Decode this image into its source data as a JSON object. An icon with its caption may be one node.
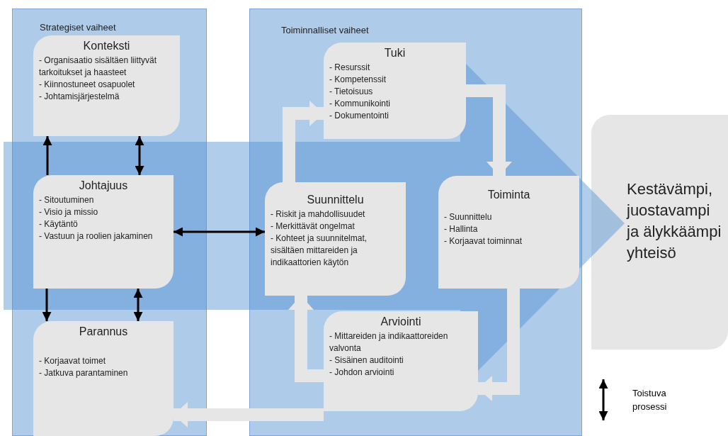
{
  "diagram": {
    "nodes": [
      {
        "text": [
          "Strategiset vaiheet"
        ]
      },
      {
        "text": [
          "Konteksti",
          "- Organisaatio sisältäen liittyvät tarkoitukset ja haasteet",
          "- Kiinnostuneet osapuolet",
          "- Johtamisjärjestelmä"
        ],
        "in": 0
      },
      {
        "text": [
          "Johtajuus",
          "- Sitoutuminen",
          "- Visio ja missio",
          "- Käytäntö",
          "- Vastuun ja roolien jakaminen"
        ],
        "in": 0
      },
      {
        "text": [
          "Parannus",
          "- Korjaavat toimet",
          "- Jatkuva parantaminen"
        ],
        "in": 0
      },
      {
        "text": [
          "Toiminnalliset vaiheet"
        ]
      },
      {
        "text": [
          "Tuki",
          "- Resurssit",
          "- Kompetenssit",
          "- Tietoisuus",
          "- Kommunikointi",
          "- Dokumentointi"
        ],
        "in": 4
      },
      {
        "text": [
          "Suunnittelu",
          "- Riskit ja mahdollisuudet",
          "- Merkittävät ongelmat",
          "- Kohteet ja suunnitelmat, sisältäen mittareiden ja indikaattorien käytön"
        ],
        "in": 4
      },
      {
        "text": [
          "Toiminta",
          "- Suunnittelu",
          "- Hallinta",
          "- Korjaavat toiminnat"
        ],
        "in": 4
      },
      {
        "text": [
          "Arviointi",
          "- Mittareiden ja indikaattoreiden valvonta",
          "- Sisäinen auditointi",
          "- Johdon arviointi"
        ],
        "in": 4
      },
      {
        "text": [
          "Kestävämpi, juostavampi ja älykkäämpi yhteisö"
        ]
      }
    ],
    "edges": [
      {
        "from": 2,
        "to": 1,
        "arrow": "to"
      },
      {
        "from": 2,
        "to": 1,
        "arrow": "both"
      },
      {
        "from": 2,
        "to": 3,
        "arrow": "to"
      },
      {
        "from": 2,
        "to": 3,
        "arrow": "both"
      },
      {
        "from": 2,
        "to": 6,
        "arrow": "both"
      },
      {
        "from": 6,
        "to": 5,
        "arrow": "to",
        "style": "thick",
        "color": "#e6e6e6"
      },
      {
        "from": 5,
        "to": 7,
        "arrow": "to",
        "style": "thick",
        "color": "#e6e6e6"
      },
      {
        "from": 7,
        "to": 8,
        "arrow": "to",
        "style": "thick",
        "color": "#e6e6e6"
      },
      {
        "from": 8,
        "to": 6,
        "arrow": "to",
        "style": "thick",
        "color": "#e6e6e6"
      },
      {
        "from": 8,
        "to": 3,
        "arrow": "to",
        "style": "thick",
        "color": "#e6e6e6"
      }
    ],
    "legend": [
      {
        "text": "Toistuva prosessi"
      }
    ]
  }
}
